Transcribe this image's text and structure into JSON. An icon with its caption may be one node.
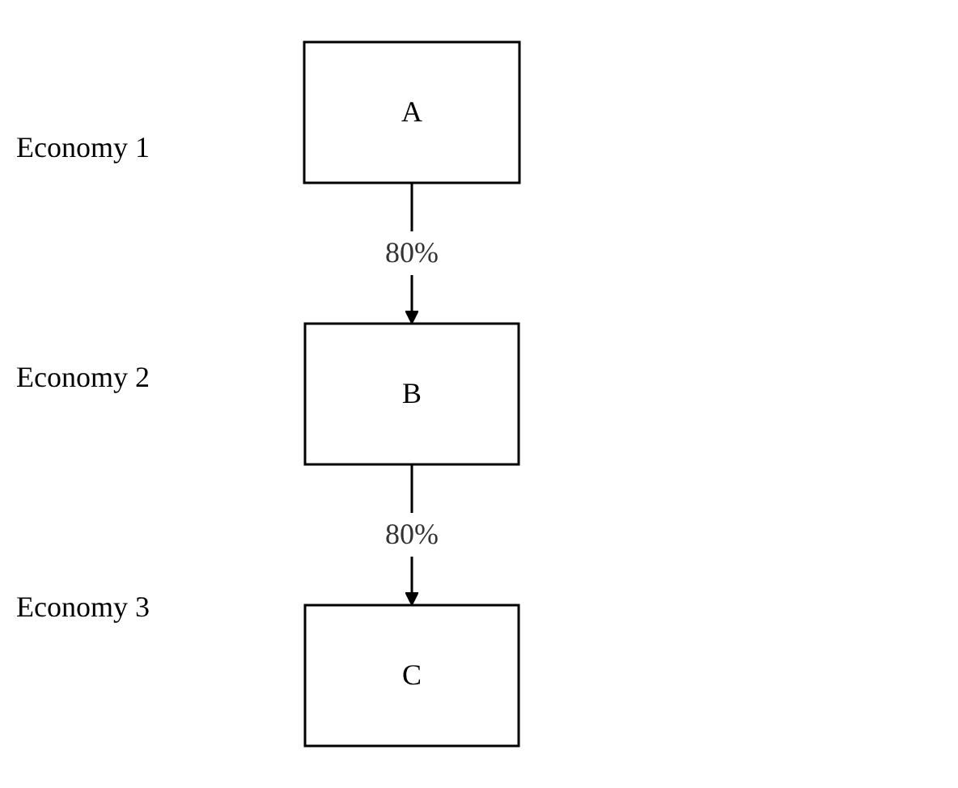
{
  "diagram": {
    "nodes": [
      {
        "text": [
          "A"
        ]
      },
      {
        "text": [
          "B"
        ]
      },
      {
        "text": [
          "C"
        ]
      }
    ],
    "edges": [
      {
        "from": 0,
        "to": 1,
        "arrow": "to",
        "label": "80%"
      },
      {
        "from": 1,
        "to": 2,
        "arrow": "to",
        "label": "80%"
      }
    ],
    "labels": [
      "Economy 1",
      "Economy 2",
      "Economy 3"
    ]
  }
}
